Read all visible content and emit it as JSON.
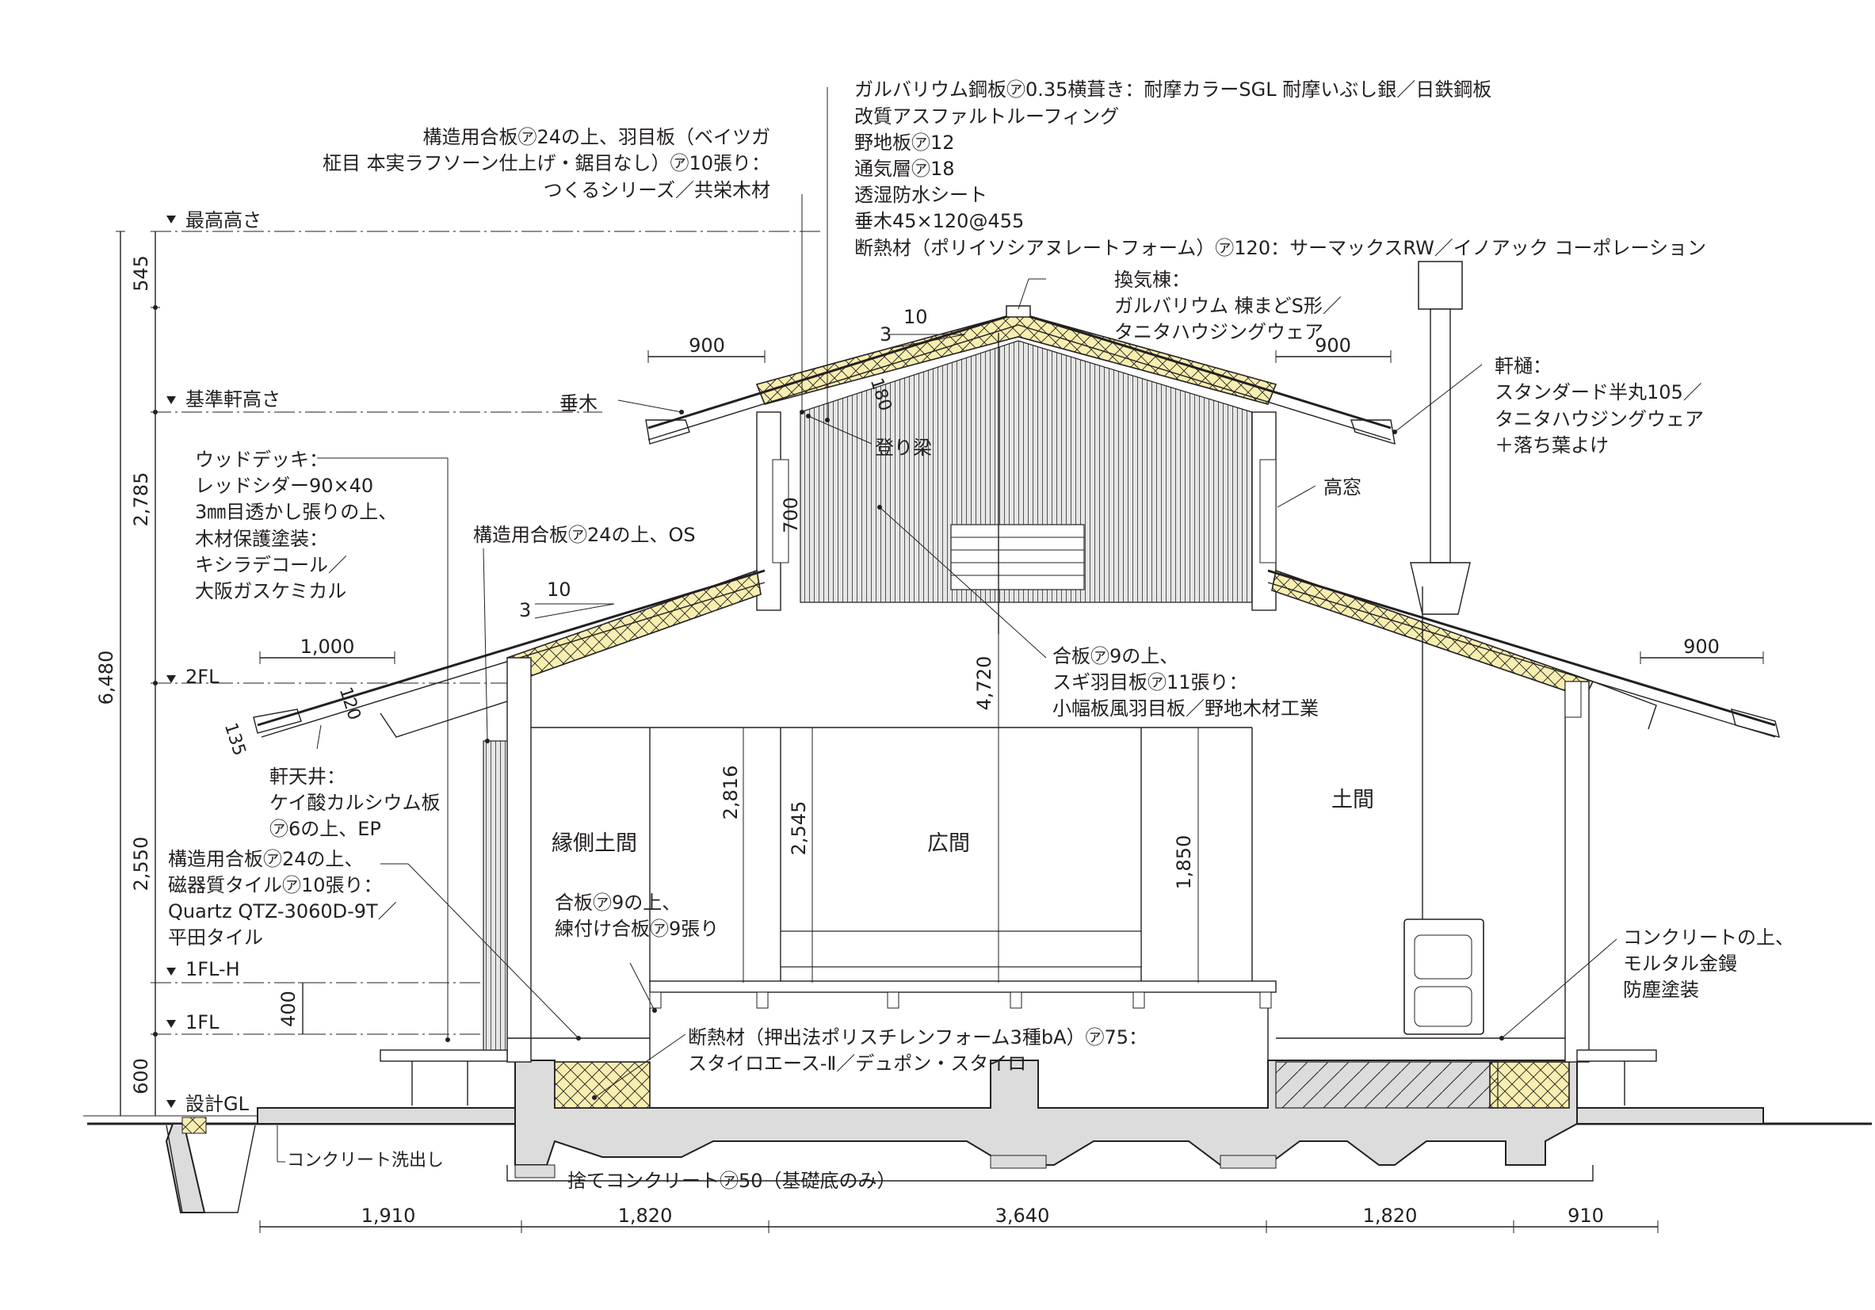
{
  "levels": {
    "max_height": "最高高さ",
    "eaves_height": "基準軒高さ",
    "fl2": "2FL",
    "fl1h": "1FL-H",
    "fl1": "1FL",
    "gl": "設計GL"
  },
  "vertical_dims": {
    "d545": "545",
    "d2785": "2,785",
    "d6480": "6,480",
    "d2550": "2,550",
    "d400": "400",
    "d600": "600",
    "d700": "700",
    "d4720": "4,720",
    "d2816": "2,816",
    "d2545": "2,545",
    "d1850": "1,850",
    "d120": "120",
    "d135": "135",
    "d180": "180"
  },
  "horizontal_dims": {
    "b1910": "1,910",
    "b1820a": "1,820",
    "b3640": "3,640",
    "b1820b": "1,820",
    "b910": "910",
    "eave900a": "900",
    "eave900b": "900",
    "eave900c": "900",
    "eave1000": "1,000"
  },
  "slopes": {
    "upper": {
      "rise": "3",
      "run": "10"
    },
    "lower": {
      "rise": "3",
      "run": "10"
    }
  },
  "rooms": {
    "engawa": "縁側土間",
    "hiroma": "広間",
    "doma": "土間"
  },
  "notes": {
    "roof_lines": [
      "ガルバリウム鋼板㋐0.35横葺き：耐摩カラーSGL 耐摩いぶし銀／日鉄鋼板",
      "改質アスファルトルーフィング",
      "野地板㋐12",
      "通気層㋐18",
      "透湿防水シート",
      "垂木45×120@455",
      "断熱材（ポリイソシアヌレートフォーム）㋐120：サーマックスRW／イノアック コーポレーション"
    ],
    "ceiling_lines": [
      "構造用合板㋐24の上、羽目板（ベイツガ",
      "柾目 本実ラフソーン仕上げ・鋸目なし）㋐10張り：",
      "つくるシリーズ／共栄木材"
    ],
    "ridge_vent_lines": [
      "換気棟：",
      "ガルバリウム 棟まどS形／",
      "タニタハウジングウェア"
    ],
    "gutter_lines": [
      "軒樋：",
      "スタンダード半丸105／",
      "タニタハウジングウェア",
      "＋落ち葉よけ"
    ],
    "rafter": "垂木",
    "rising_beam": "登り梁",
    "high_window": "高窓",
    "deck_lines": [
      "ウッドデッキ：",
      "レッドシダー90×40",
      "3㎜目透かし張りの上、",
      "木材保護塗装：",
      "キシラデコール／",
      "大阪ガスケミカル"
    ],
    "lower_roof_ceiling": "構造用合板㋐24の上、OS",
    "wall_board_lines": [
      "合板㋐9の上、",
      "スギ羽目板㋐11張り：",
      "小幅板風羽目板／野地木材工業"
    ],
    "soffit_lines": [
      "軒天井：",
      "ケイ酸カルシウム板",
      "㋐6の上、EP"
    ],
    "floor_tile_lines": [
      "構造用合板㋐24の上、",
      "磁器質タイル㋐10張り：",
      "Quartz QTZ-3060D-9T／",
      "平田タイル"
    ],
    "tatami_lines": [
      "合板㋐9の上、",
      "練付け合板㋐9張り"
    ],
    "concrete_floor_lines": [
      "コンクリートの上、",
      "モルタル金鏝",
      "防塵塗装"
    ],
    "insulation_lines": [
      "断熱材（押出法ポリスチレンフォーム3種bA）㋐75：",
      "スタイロエース-Ⅱ／デュポン・スタイロ"
    ],
    "exposed_concrete": "コンクリート洗出し",
    "blinding_concrete": "捨てコンクリート㋐50（基礎底のみ）"
  }
}
